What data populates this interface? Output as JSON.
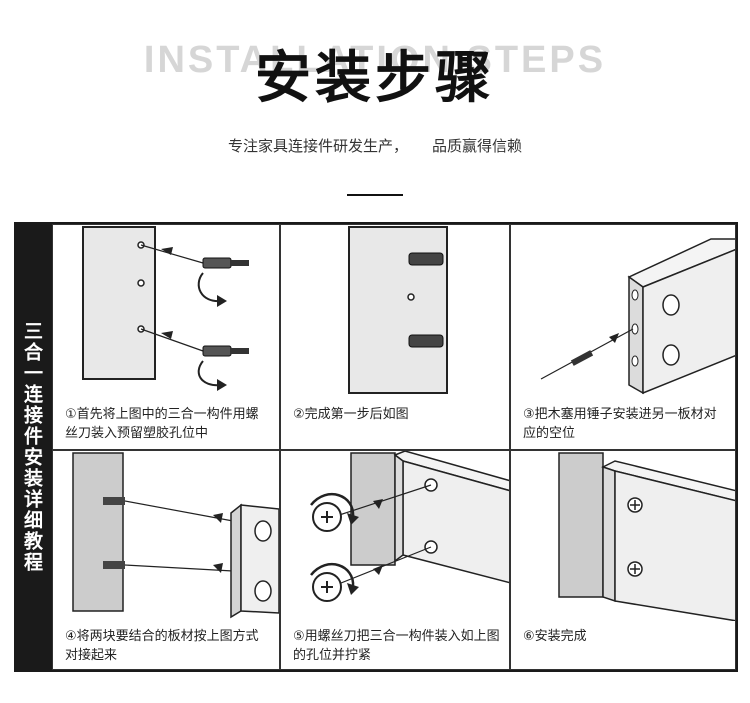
{
  "header": {
    "title_en": "INSTALLATION STEPS",
    "title_zh": "安装步骤",
    "subtitle_left": "专注家具连接件研发生产，",
    "subtitle_right": "品质赢得信赖"
  },
  "sidebar": {
    "text": "三合一连接件安装详细教程"
  },
  "steps": [
    {
      "caption": "①首先将上图中的三合一构件用螺丝刀装入预留塑胶孔位中"
    },
    {
      "caption": "②完成第一步后如图"
    },
    {
      "caption": "③把木塞用锤子安装进另一板材对应的空位"
    },
    {
      "caption": "④将两块要结合的板材按上图方式对接起来"
    },
    {
      "caption": "⑤用螺丝刀把三合一构件装入如上图的孔位并拧紧"
    },
    {
      "caption": "⑥安装完成"
    }
  ]
}
